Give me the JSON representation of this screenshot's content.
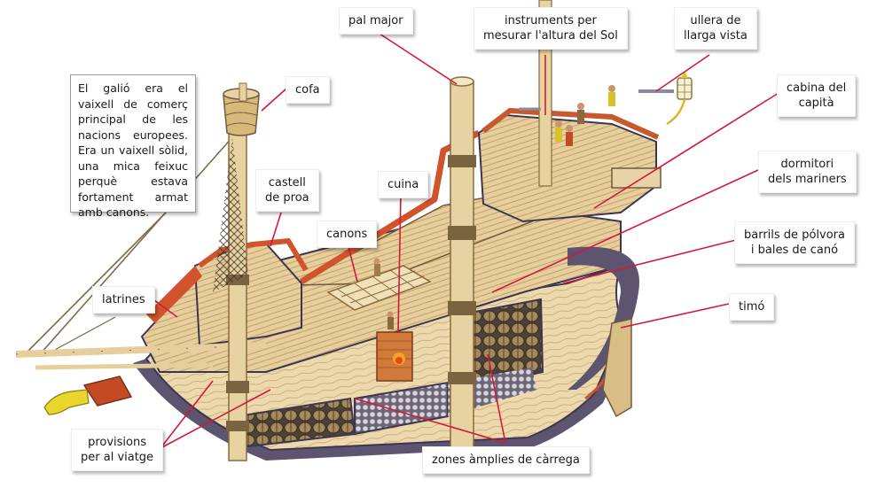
{
  "diagram": {
    "subject": "Galió (cross-section)",
    "colors": {
      "leader_line": "#d3193a",
      "wood_light": "#e8d3a6",
      "wood_mid": "#c9a66b",
      "wood_dark": "#8a6a3c",
      "hull_trim": "#d0532b",
      "frame_purple": "#5d5470",
      "figurehead": "#e8d62a"
    },
    "info_text": "El galió era el vaixell de comerç principal de les nacions europees. Era un vaixell sòlid, una mica feixuc perquè estava fortament armat amb canons.",
    "labels": [
      {
        "id": "cofa",
        "lines": [
          "cofa"
        ]
      },
      {
        "id": "pal-major",
        "lines": [
          "pal major"
        ]
      },
      {
        "id": "instruments",
        "lines": [
          "instruments per",
          "mesurar l'altura del Sol"
        ]
      },
      {
        "id": "ullera",
        "lines": [
          "ullera de",
          "llarga vista"
        ]
      },
      {
        "id": "cabina",
        "lines": [
          "cabina del",
          "capità"
        ]
      },
      {
        "id": "dormitori",
        "lines": [
          "dormitori",
          "dels mariners"
        ]
      },
      {
        "id": "barrils",
        "lines": [
          "barrils de pólvora",
          "i bales de canó"
        ]
      },
      {
        "id": "timo",
        "lines": [
          "timó"
        ]
      },
      {
        "id": "castell",
        "lines": [
          "castell",
          "de proa"
        ]
      },
      {
        "id": "cuina",
        "lines": [
          "cuina"
        ]
      },
      {
        "id": "canons",
        "lines": [
          "canons"
        ]
      },
      {
        "id": "latrines",
        "lines": [
          "latrines"
        ]
      },
      {
        "id": "provisions",
        "lines": [
          "provisions",
          "per al viatge"
        ]
      },
      {
        "id": "zones",
        "lines": [
          "zones àmplies de càrrega"
        ]
      }
    ]
  }
}
